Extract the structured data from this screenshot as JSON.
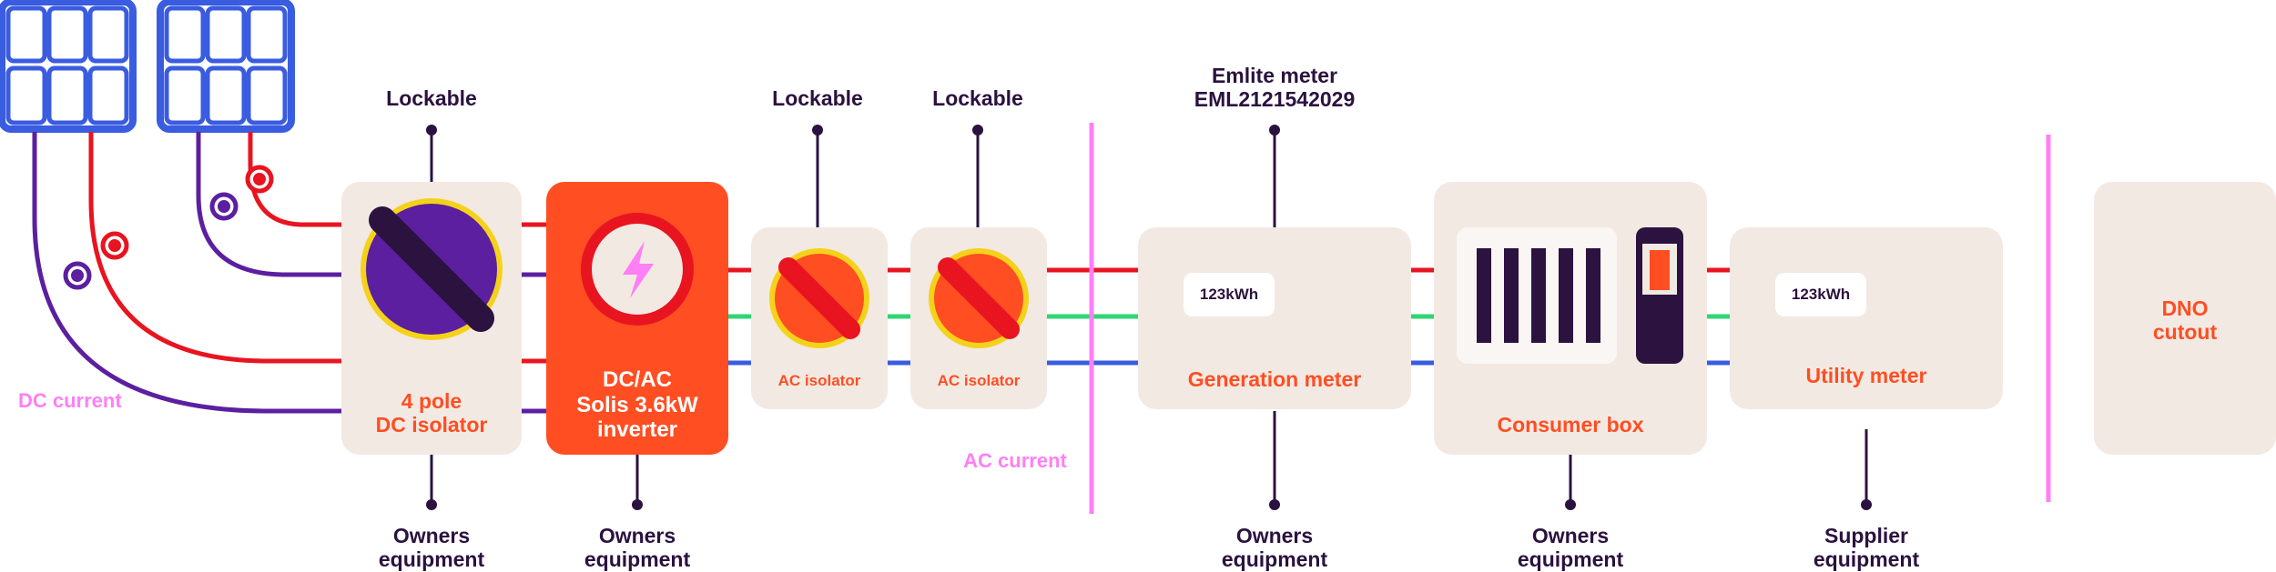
{
  "diagram": {
    "dc_current": "DC current",
    "ac_current": "AC current",
    "top_labels": {
      "dc_isolator_lock": "Lockable",
      "ac_isolator1_lock": "Lockable",
      "ac_isolator2_lock": "Lockable",
      "meter_line1": "Emlite meter",
      "meter_line2": "EML2121542029"
    },
    "components": {
      "dc_isolator_line1": "4 pole",
      "dc_isolator_line2": "DC isolator",
      "inverter_line1": "DC/AC",
      "inverter_line2": "Solis 3.6kW",
      "inverter_line3": "inverter",
      "ac_isolator1": "AC isolator",
      "ac_isolator2": "AC isolator",
      "generation_meter": "Generation meter",
      "generation_reading": "123kWh",
      "consumer_box": "Consumer box",
      "utility_meter": "Utility meter",
      "utility_reading": "123kWh",
      "dno_line1": "DNO",
      "dno_line2": "cutout"
    },
    "bottom_labels": {
      "owner1_line1": "Owners",
      "owner1_line2": "equipment",
      "owner2_line1": "Owners",
      "owner2_line2": "equipment",
      "owner3_line1": "Owners",
      "owner3_line2": "equipment",
      "owner4_line1": "Owners",
      "owner4_line2": "equipment",
      "supplier_line1": "Supplier",
      "supplier_line2": "equipment"
    },
    "colors": {
      "red": "#e8141f",
      "purple": "#5b1fa0",
      "green": "#2ed573",
      "blue": "#3a5ce0",
      "orange": "#ff4e22",
      "dark": "#2b123f",
      "pink": "#ff7ff5",
      "beige": "#f2e9e3",
      "yellow": "#f5d21a",
      "panel_blue": "#3a5ce0"
    }
  }
}
